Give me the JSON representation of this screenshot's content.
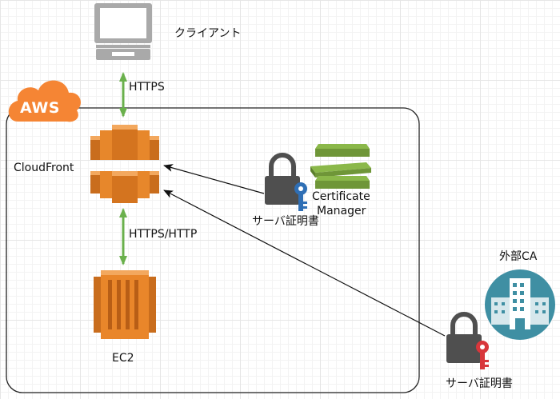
{
  "aws_badge": "AWS",
  "labels": {
    "client": "クライアント",
    "https": "HTTPS",
    "cloudfront": "CloudFront",
    "https_http": "HTTPS/HTTP",
    "ec2": "EC2",
    "acm_line1": "Certificate",
    "acm_line2": "Manager",
    "server_cert_acm": "サーバ証明書",
    "external_ca": "外部CA",
    "server_cert_external": "サーバ証明書"
  },
  "colors": {
    "aws_orange": "#f58534",
    "cloudfront_orange": "#e7872b",
    "ec2_orange": "#e9862a",
    "connector_green": "#6ab04c",
    "acm_green": "#6f9638",
    "lock_gray": "#4f4f4f",
    "key_blue": "#2f6fb5",
    "key_red": "#d8363b",
    "ca_teal": "#3f8fa3"
  },
  "icons": [
    "client-computer-icon",
    "aws-cloud-icon",
    "cloudfront-icon",
    "ec2-icon",
    "certificate-manager-icon",
    "lock-blue-key-icon",
    "corporate-building-icon",
    "lock-red-key-icon"
  ]
}
